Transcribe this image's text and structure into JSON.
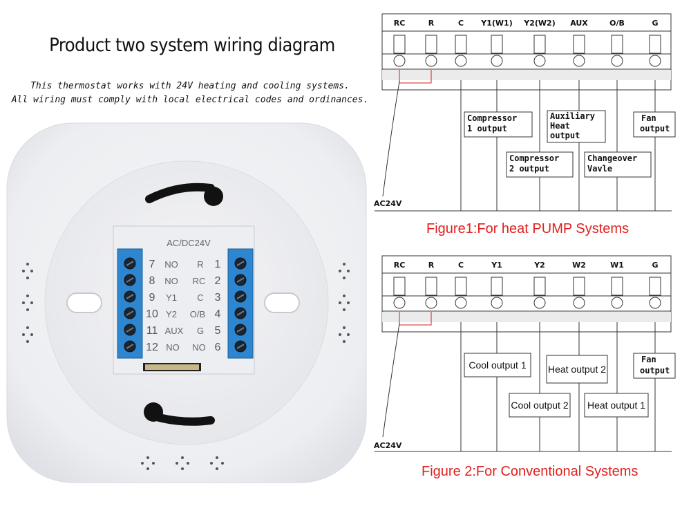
{
  "title": "Product two system wiring diagram",
  "notes": [
    "This thermostat works with 24V heating and cooling systems.",
    "All wiring must comply with local electrical codes and ordinances."
  ],
  "thermostat": {
    "board_label": "AC/DC24V",
    "left_block": [
      {
        "num": "7",
        "label": "NO"
      },
      {
        "num": "8",
        "label": "NO"
      },
      {
        "num": "9",
        "label": "Y1"
      },
      {
        "num": "10",
        "label": "Y2"
      },
      {
        "num": "11",
        "label": "AUX"
      },
      {
        "num": "12",
        "label": "NO"
      }
    ],
    "right_block": [
      {
        "label": "R",
        "num": "1"
      },
      {
        "label": "RC",
        "num": "2"
      },
      {
        "label": "C",
        "num": "3"
      },
      {
        "label": "O/B",
        "num": "4"
      },
      {
        "label": "G",
        "num": "5"
      },
      {
        "label": "NO",
        "num": "6"
      }
    ]
  },
  "figure1": {
    "caption": "Figure1:For heat PUMP Systems",
    "terminals": [
      "RC",
      "R",
      "C",
      "Y1(W1)",
      "Y2(W2)",
      "AUX",
      "O/B",
      "G"
    ],
    "supply": "AC24V",
    "outputs": {
      "compressor1": [
        "Compressor",
        "1 output"
      ],
      "auxiliary": [
        "Auxiliary",
        "Heat",
        "output"
      ],
      "fan": [
        "Fan",
        "output"
      ],
      "compressor2": [
        "Compressor",
        "2 output"
      ],
      "changeover": [
        "Changeover",
        "Vavle"
      ]
    }
  },
  "figure2": {
    "caption": "Figure 2:For Conventional Systems",
    "terminals": [
      "RC",
      "R",
      "C",
      "Y1",
      "Y2",
      "W2",
      "W1",
      "G"
    ],
    "supply": "AC24V",
    "outputs": {
      "cool1": "Cool output 1",
      "heat2": "Heat output 2",
      "fan": [
        "Fan",
        "output"
      ],
      "cool2": "Cool output 2",
      "heat1": "Heat output 1"
    }
  },
  "colors": {
    "wire": "#333333",
    "jumper": "#d02020",
    "terminal_block": "#2d86cf",
    "caption": "#e0201e",
    "housing": "#f2f2f4"
  }
}
